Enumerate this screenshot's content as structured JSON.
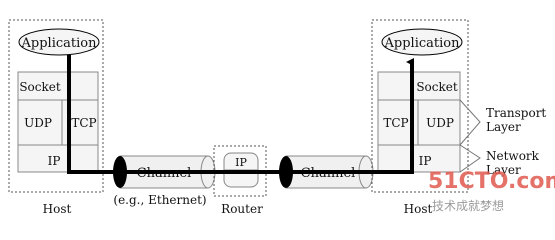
{
  "left_host": {
    "application": "Application",
    "socket": "Socket",
    "udp": "UDP",
    "tcp": "TCP",
    "ip": "IP",
    "label": "Host"
  },
  "right_host": {
    "application": "Application",
    "socket": "Socket",
    "tcp": "TCP",
    "udp": "UDP",
    "ip": "IP",
    "label": "Host"
  },
  "channel_left": {
    "label": "Channel",
    "caption": "(e.g., Ethernet)"
  },
  "router": {
    "ip": "IP",
    "label": "Router"
  },
  "channel_right": {
    "label": "Channel"
  },
  "layer_labels": {
    "transport_line1": "Transport",
    "transport_line2": "Layer",
    "network_line1": "Network",
    "network_line2": "Layer"
  },
  "watermark": {
    "site": "51CTO.com",
    "tagline": "技术成就梦想"
  },
  "colors": {
    "box_fill": "#f5f5f5",
    "channel_fill": "#f0f0f0",
    "watermark_red": "#e05a4e",
    "watermark_gray": "#8a8a8a"
  }
}
